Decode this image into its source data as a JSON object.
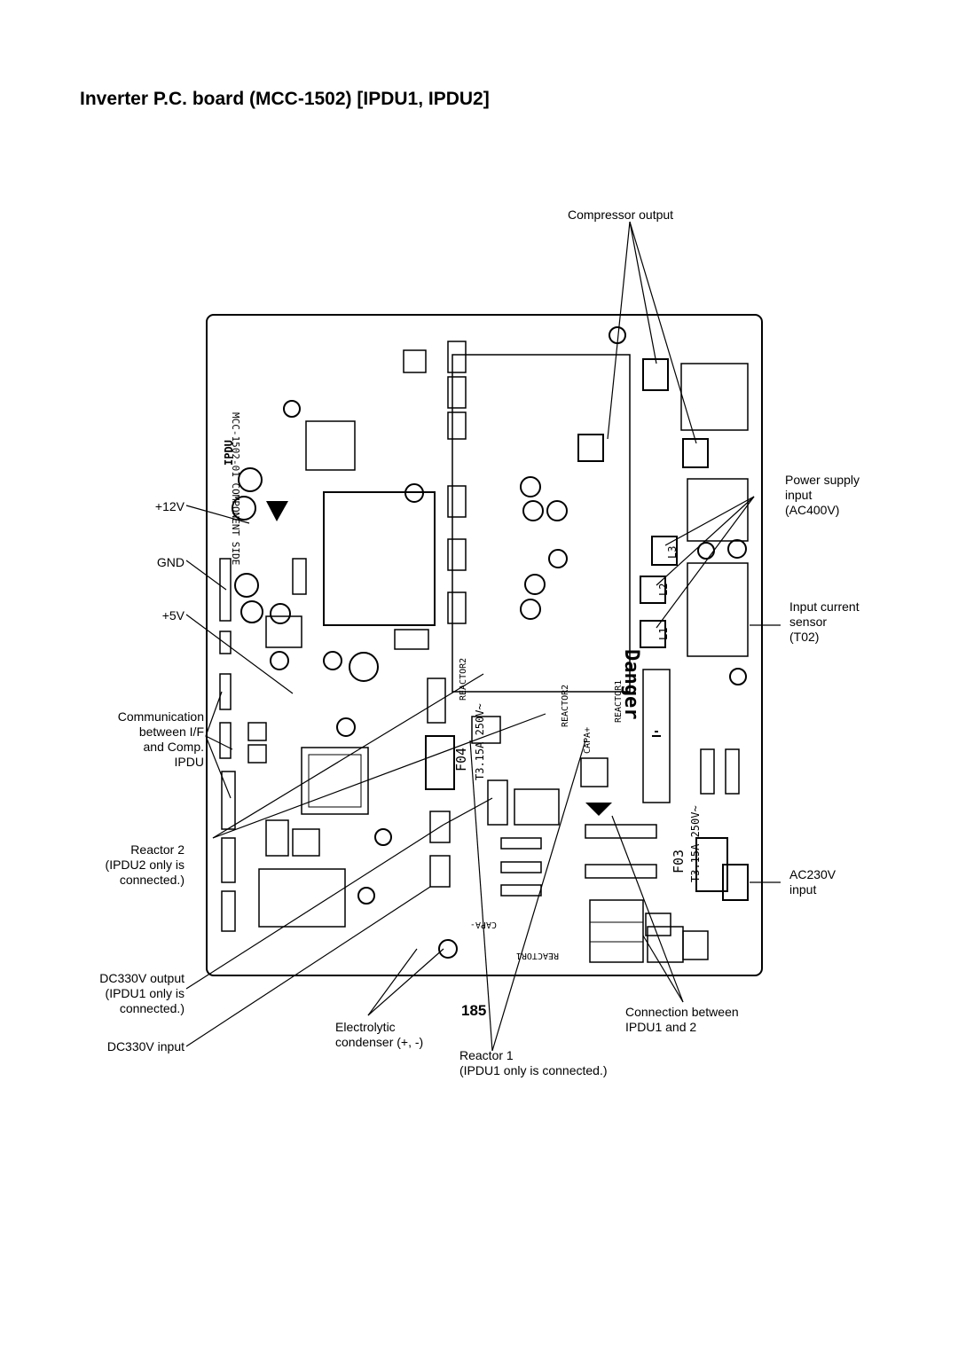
{
  "title": "Inverter P.C. board (MCC-1502) [IPDU1, IPDU2]",
  "page_number": "185",
  "labels": {
    "compressor_output": "Compressor output",
    "plus12v": "+12V",
    "gnd": "GND",
    "plus5v": "+5V",
    "communication": [
      "Communication",
      "between I/F",
      "and Comp.",
      "IPDU"
    ],
    "reactor2": [
      "Reactor 2",
      "(IPDU2 only is",
      "connected.)"
    ],
    "dc330_output": [
      "DC330V output",
      "(IPDU1 only is",
      "connected.)"
    ],
    "dc330_input": "DC330V input",
    "electrolytic": [
      "Electrolytic",
      "condenser (+, -)"
    ],
    "reactor1": [
      "Reactor 1",
      "(IPDU1 only is connected.)"
    ],
    "connection_between": [
      "Connection between",
      "IPDU1 and 2"
    ],
    "power_supply": [
      "Power supply",
      "input",
      "(AC400V)"
    ],
    "input_current": [
      "Input current",
      "sensor",
      "(T02)"
    ],
    "ac230_input": [
      "AC230V",
      "input"
    ]
  },
  "board_silkscreen": {
    "model": "MCC-1502-01",
    "side": "COMPONENT SIDE",
    "ipdu": "IPDU",
    "danger": "Danger",
    "fuse_f04": "F04",
    "fuse_f04_rating": "T3.15A 250V~",
    "fuse_f03": "F03",
    "fuse_f03_rating": "T3.15A 250V~",
    "reactor2": "REACTOR2",
    "reactor1": "REACTOR1",
    "capa_plus": "CAPA+",
    "capa_minus": "CAPA-",
    "l1": "L1",
    "l2": "L2",
    "l3": "L3"
  }
}
